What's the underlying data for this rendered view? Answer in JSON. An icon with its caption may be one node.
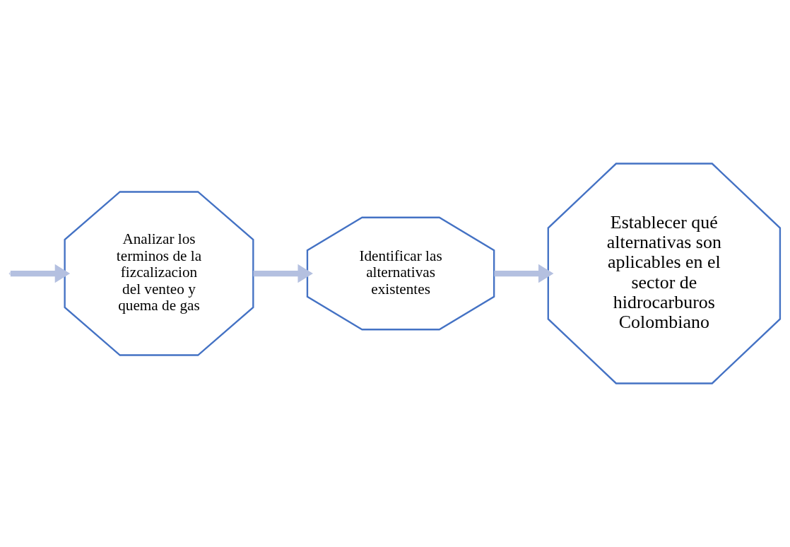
{
  "diagram": {
    "nodes": [
      {
        "text": [
          "Identificar las alternativas existentes"
        ]
      },
      {
        "text": [
          "Analizar los terminos de la fizcalizacion del venteo y quema de gas"
        ]
      },
      {
        "text": [
          "Establecer qué alternativas son aplicables en el sector de hidrocarburos Colombiano"
        ]
      }
    ],
    "edges": [
      {
        "from": null,
        "to": 1,
        "arrow": "to"
      },
      {
        "from": 1,
        "to": 0,
        "arrow": "to"
      },
      {
        "from": 0,
        "to": 2,
        "arrow": "to"
      }
    ]
  }
}
